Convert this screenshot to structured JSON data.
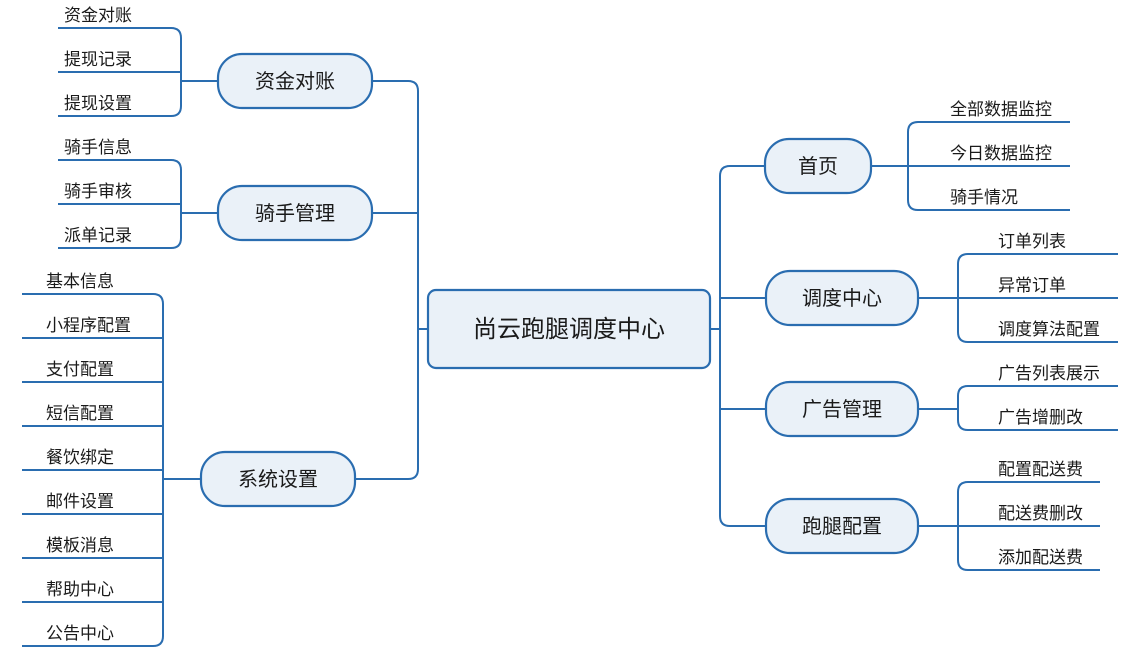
{
  "root": "尚云跑腿调度中心",
  "left": [
    {
      "label": "资金对账",
      "children": [
        "资金对账",
        "提现记录",
        "提现设置"
      ]
    },
    {
      "label": "骑手管理",
      "children": [
        "骑手信息",
        "骑手审核",
        "派单记录"
      ]
    },
    {
      "label": "系统设置",
      "children": [
        "基本信息",
        "小程序配置",
        "支付配置",
        "短信配置",
        "餐饮绑定",
        "邮件设置",
        "模板消息",
        "帮助中心",
        "公告中心"
      ]
    }
  ],
  "right": [
    {
      "label": "首页",
      "children": [
        "全部数据监控",
        "今日数据监控",
        "骑手情况"
      ]
    },
    {
      "label": "调度中心",
      "children": [
        "订单列表",
        "异常订单",
        "调度算法配置"
      ]
    },
    {
      "label": "广告管理",
      "children": [
        "广告列表展示",
        "广告增删改"
      ]
    },
    {
      "label": "跑腿配置",
      "children": [
        "配置配送费",
        "配送费删改",
        "添加配送费"
      ]
    }
  ]
}
